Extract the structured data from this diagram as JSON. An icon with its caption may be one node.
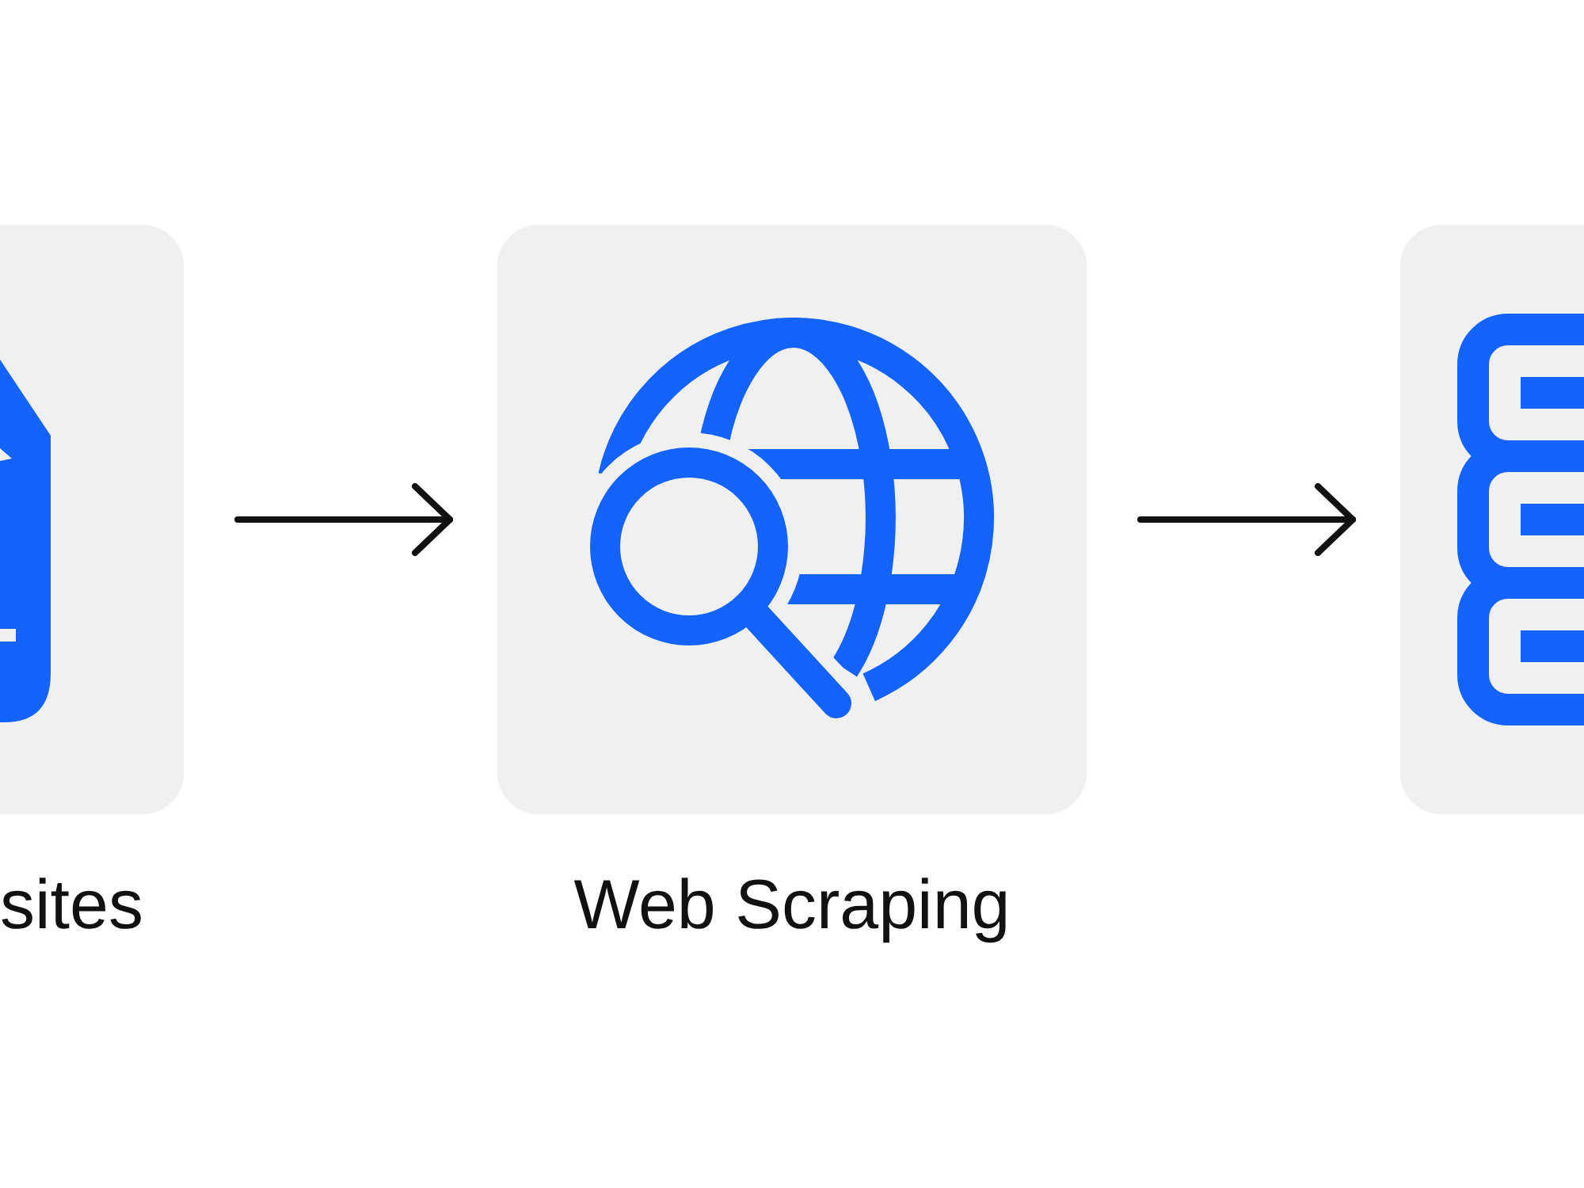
{
  "diagram": {
    "nodes": [
      {
        "text": [
          "sites"
        ]
      },
      {
        "text": [
          "Web Scraping"
        ]
      },
      {
        "text": [],
        "shape": "box"
      }
    ],
    "edges": [
      {
        "from": 0,
        "to": 1,
        "arrow": "to"
      },
      {
        "from": 1,
        "to": 2,
        "arrow": "to"
      }
    ]
  }
}
